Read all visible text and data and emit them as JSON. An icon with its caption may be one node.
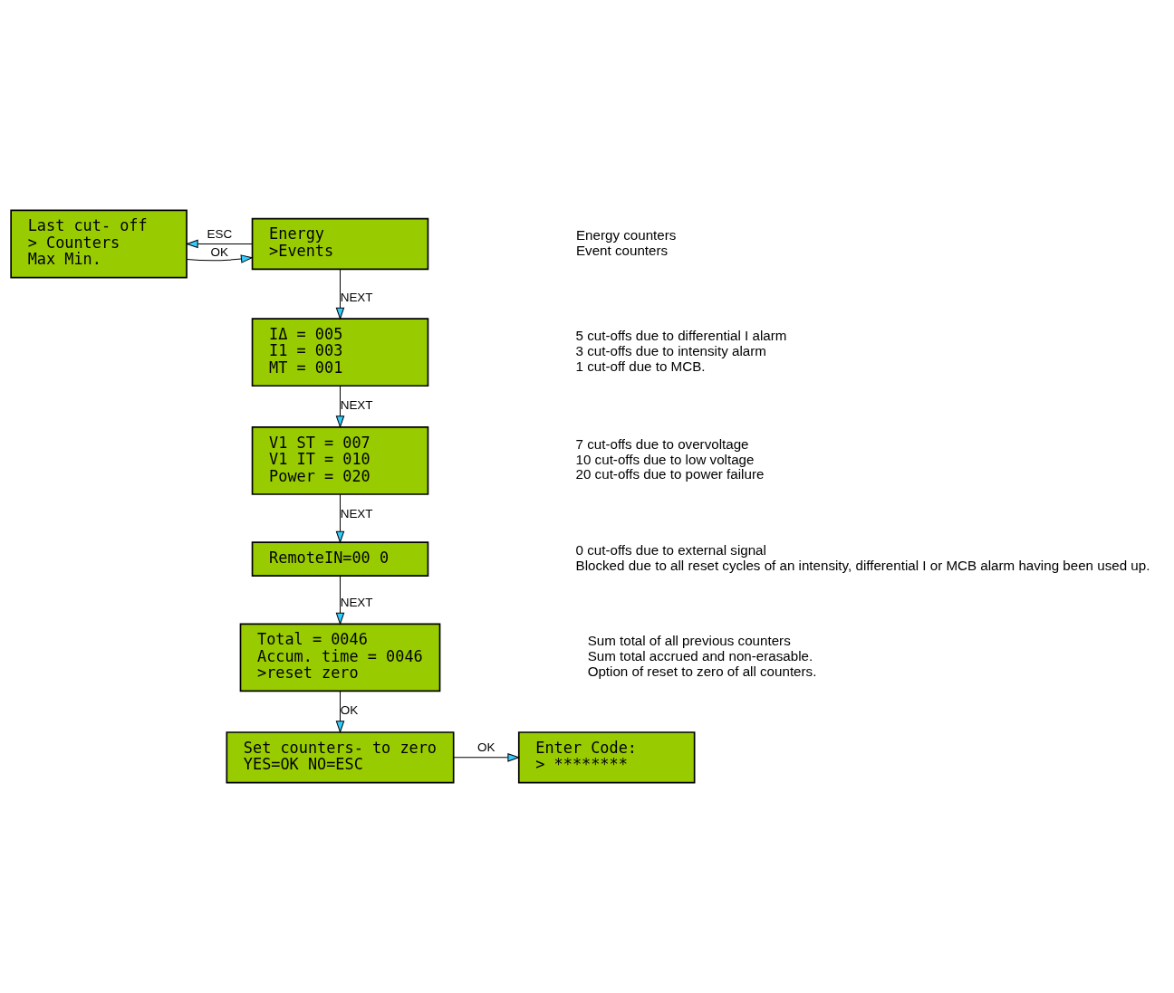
{
  "diagram": {
    "nodes": [
      {
        "text": [
          "Last cut- off",
          "> Counters",
          " Max Min."
        ]
      },
      {
        "text": [
          " Energy",
          ">Events"
        ],
        "beside": [
          "Energy counters",
          "Event counters"
        ]
      },
      {
        "text": [
          "IΔ = 005",
          "I1 = 003",
          "MT = 001"
        ],
        "beside": [
          "5 cut-offs due to differential I alarm",
          "3 cut-offs due to intensity alarm",
          "1 cut-off due to MCB."
        ]
      },
      {
        "text": [
          "V1 ST = 007",
          "V1 IT = 010",
          "Power = 020"
        ],
        "beside": [
          "7 cut-offs due to overvoltage",
          "10 cut-offs due to low voltage",
          "20 cut-offs due to power failure"
        ]
      },
      {
        "text": [
          "RemoteIN=00 0"
        ],
        "beside": [
          "0 cut-offs due to external signal",
          "Blocked due to all reset cycles of an intensity, differential I or MCB alarm having been used up."
        ]
      },
      {
        "text": [
          "Total = 0046",
          "Accum. time = 0046",
          ">reset zero"
        ],
        "beside": [
          "Sum total of all previous counters",
          "Sum total accrued and non-erasable.",
          "Option of reset to zero of all counters."
        ]
      },
      {
        "text": [
          "Set counters- to zero",
          "YES=OK NO=ESC"
        ]
      },
      {
        "text": [
          "Enter Code:",
          "> ********"
        ]
      }
    ],
    "edges": [
      {
        "from": 0,
        "to": 1,
        "arrow": "to",
        "label": "OK"
      },
      {
        "from": 1,
        "to": 0,
        "arrow": "to",
        "label": "ESC"
      },
      {
        "from": 1,
        "to": 2,
        "arrow": "to",
        "label": "NEXT"
      },
      {
        "from": 2,
        "to": 3,
        "arrow": "to",
        "label": "NEXT"
      },
      {
        "from": 3,
        "to": 4,
        "arrow": "to",
        "label": "NEXT"
      },
      {
        "from": 4,
        "to": 5,
        "arrow": "to",
        "label": "NEXT"
      },
      {
        "from": 5,
        "to": 6,
        "arrow": "to",
        "label": "OK"
      },
      {
        "from": 6,
        "to": 7,
        "arrow": "to",
        "label": "OK"
      }
    ]
  }
}
